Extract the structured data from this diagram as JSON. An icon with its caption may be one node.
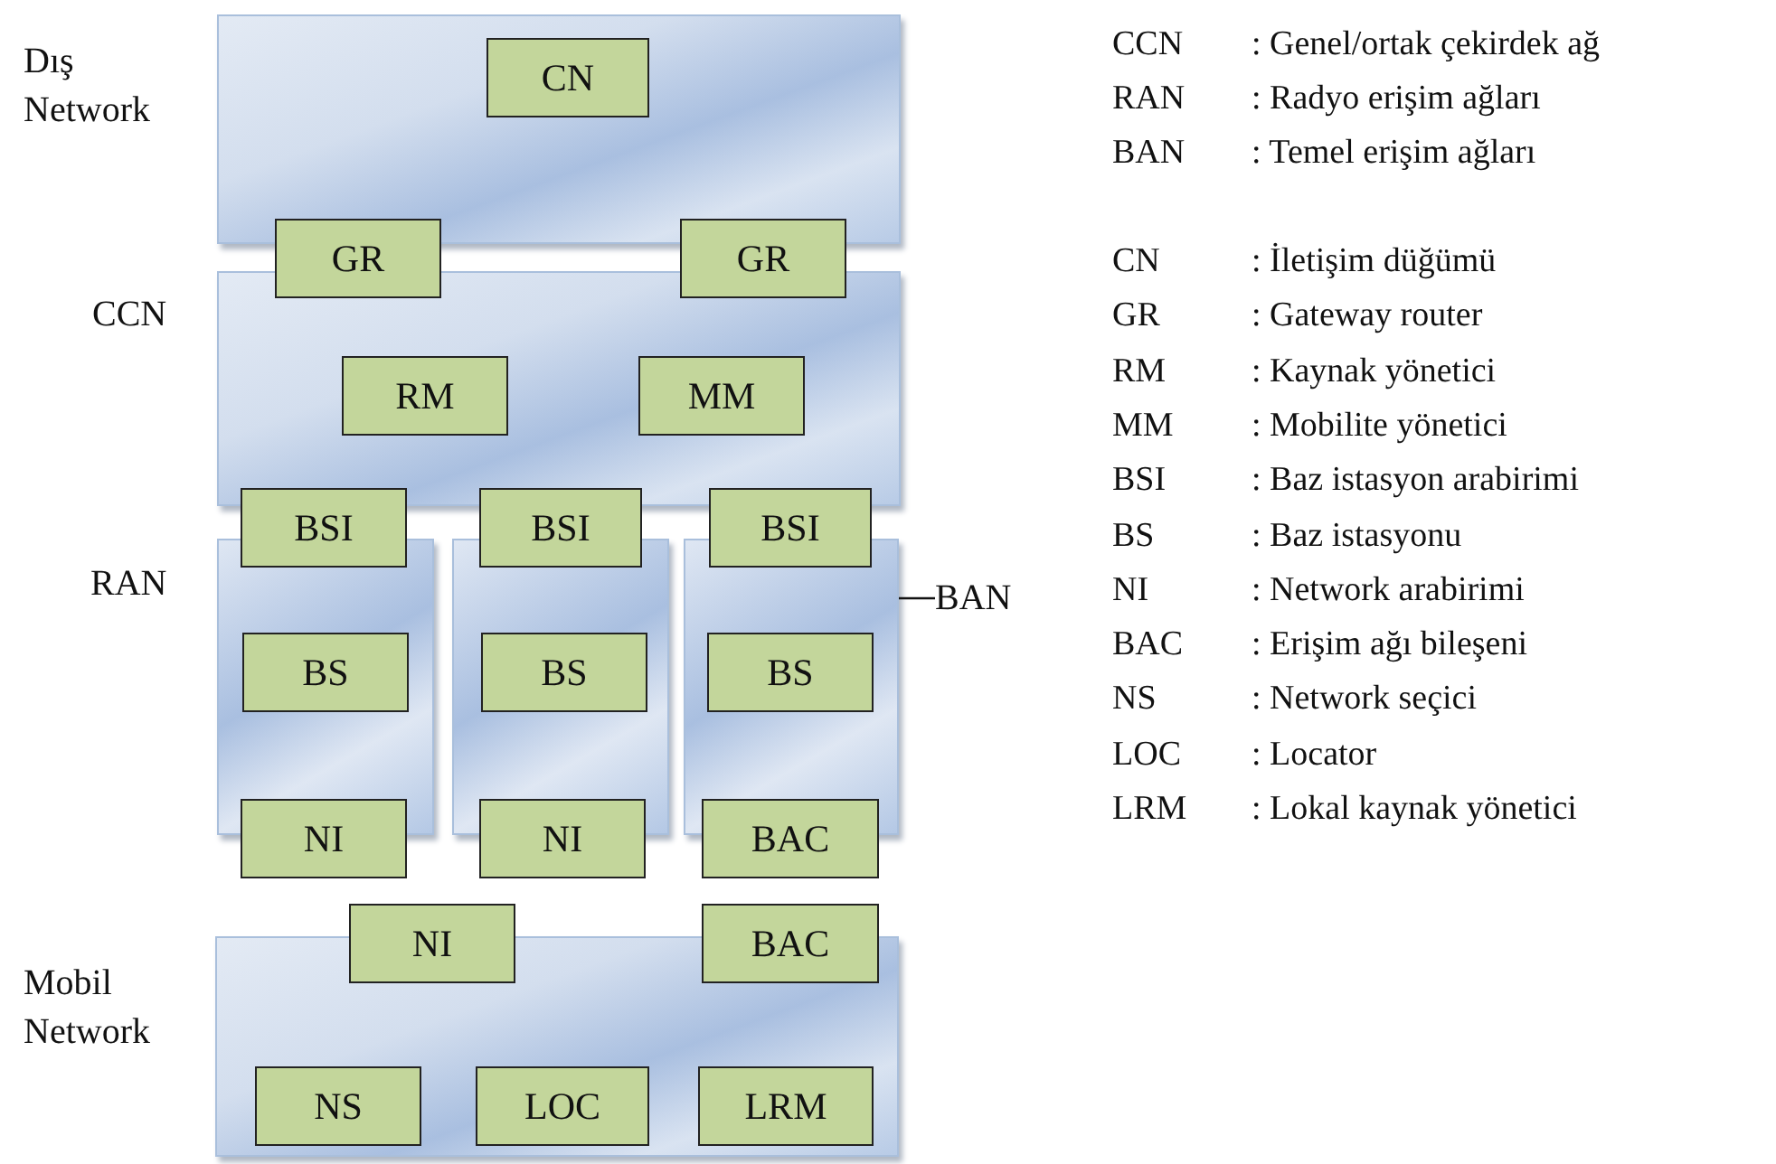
{
  "diagram": {
    "nodes": [
      {
        "text": [
          "Dış Network"
        ]
      },
      {
        "text": [
          "CN"
        ],
        "in": 0
      },
      {
        "text": [
          "GR"
        ]
      },
      {
        "text": [
          "GR"
        ]
      },
      {
        "text": [
          "CCN"
        ]
      },
      {
        "text": [
          "RM"
        ],
        "in": 4
      },
      {
        "text": [
          "MM"
        ],
        "in": 4
      },
      {
        "text": [
          "BSI"
        ]
      },
      {
        "text": [
          "BSI"
        ]
      },
      {
        "text": [
          "BSI"
        ]
      },
      {
        "text": [],
        "shape": "box"
      },
      {
        "text": [
          "BS"
        ],
        "in": 10
      },
      {
        "text": [
          "NI"
        ]
      },
      {
        "text": [],
        "shape": "box"
      },
      {
        "text": [
          "BS"
        ],
        "in": 13
      },
      {
        "text": [
          "NI"
        ]
      },
      {
        "text": [],
        "shape": "box"
      },
      {
        "text": [
          "BS"
        ],
        "in": 16
      },
      {
        "text": [
          "BAC"
        ]
      },
      {
        "text": [
          "BAN"
        ]
      },
      {
        "text": [
          "Mobil Network"
        ]
      },
      {
        "text": [
          "NI"
        ]
      },
      {
        "text": [
          "BAC"
        ]
      },
      {
        "text": [
          "NS"
        ],
        "in": 20
      },
      {
        "text": [
          "LOC"
        ],
        "in": 20
      },
      {
        "text": [
          "LRM"
        ],
        "in": 20
      }
    ],
    "edges": [
      {
        "from": 19,
        "to": 16,
        "arrow": "none"
      }
    ],
    "labels": [
      "RAN",
      "CCN",
      ": Genel/ortak çekirdek ağ",
      "RAN",
      ": Radyo erişim ağları",
      "BAN",
      ": Temel erişim ağları",
      "CN",
      ": İletişim düğümü",
      "GR",
      ": Gateway router",
      "RM",
      ": Kaynak yönetici",
      "MM",
      ": Mobilite yönetici",
      "BSI",
      ": Baz istasyon arabirimi",
      "BS",
      ": Baz istasyonu",
      "NI",
      ": Network arabirimi",
      "BAC",
      ": Erişim ağı bileşeni",
      "NS",
      ": Network seçici",
      "LOC",
      ": Locator",
      "LRM",
      ": Lokal kaynak yönetici"
    ]
  }
}
